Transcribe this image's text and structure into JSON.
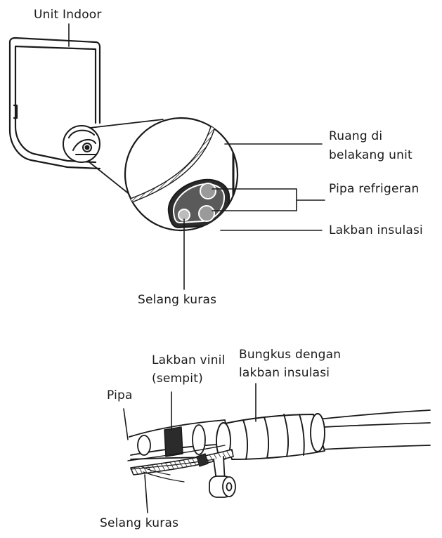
{
  "figure_top": {
    "labels": {
      "indoor_unit": "Unit Indoor",
      "space_behind_line1": "Ruang di",
      "space_behind_line2": "belakang unit",
      "refrigerant_pipes": "Pipa refrigeran",
      "insulation_tape": "Lakban insulasi",
      "drain_hose": "Selang kuras"
    }
  },
  "figure_bottom": {
    "labels": {
      "vinyl_tape_line1": "Lakban vinil",
      "vinyl_tape_line2": "(sempit)",
      "wrap_line1": "Bungkus dengan",
      "wrap_line2": "lakban insulasi",
      "pipe": "Pipa",
      "drain_hose": "Selang kuras"
    }
  },
  "colors": {
    "line": "#1a1a1a",
    "fill": "#ffffff",
    "pipe_fill": "#9a9a9a",
    "band": "#2b2b2b"
  }
}
